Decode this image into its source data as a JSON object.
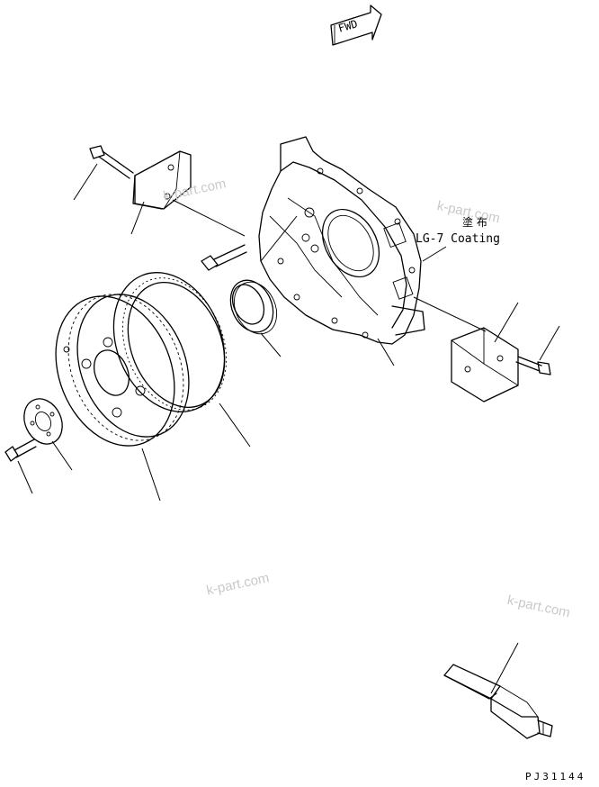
{
  "direction_arrow": {
    "label": "FWD"
  },
  "annotation": {
    "japanese": "塗 布",
    "english": "LG-7 Coating"
  },
  "watermarks": [
    "k-part.com",
    "k-part.com",
    "k-part.com",
    "k-part.com"
  ],
  "drawing_number": "PJ31144",
  "icons": [
    "fwd-arrow-icon",
    "flywheel-housing",
    "flywheel",
    "ring-gear",
    "oil-seal",
    "washer-plate",
    "bolt",
    "bracket",
    "tool-shaft"
  ]
}
